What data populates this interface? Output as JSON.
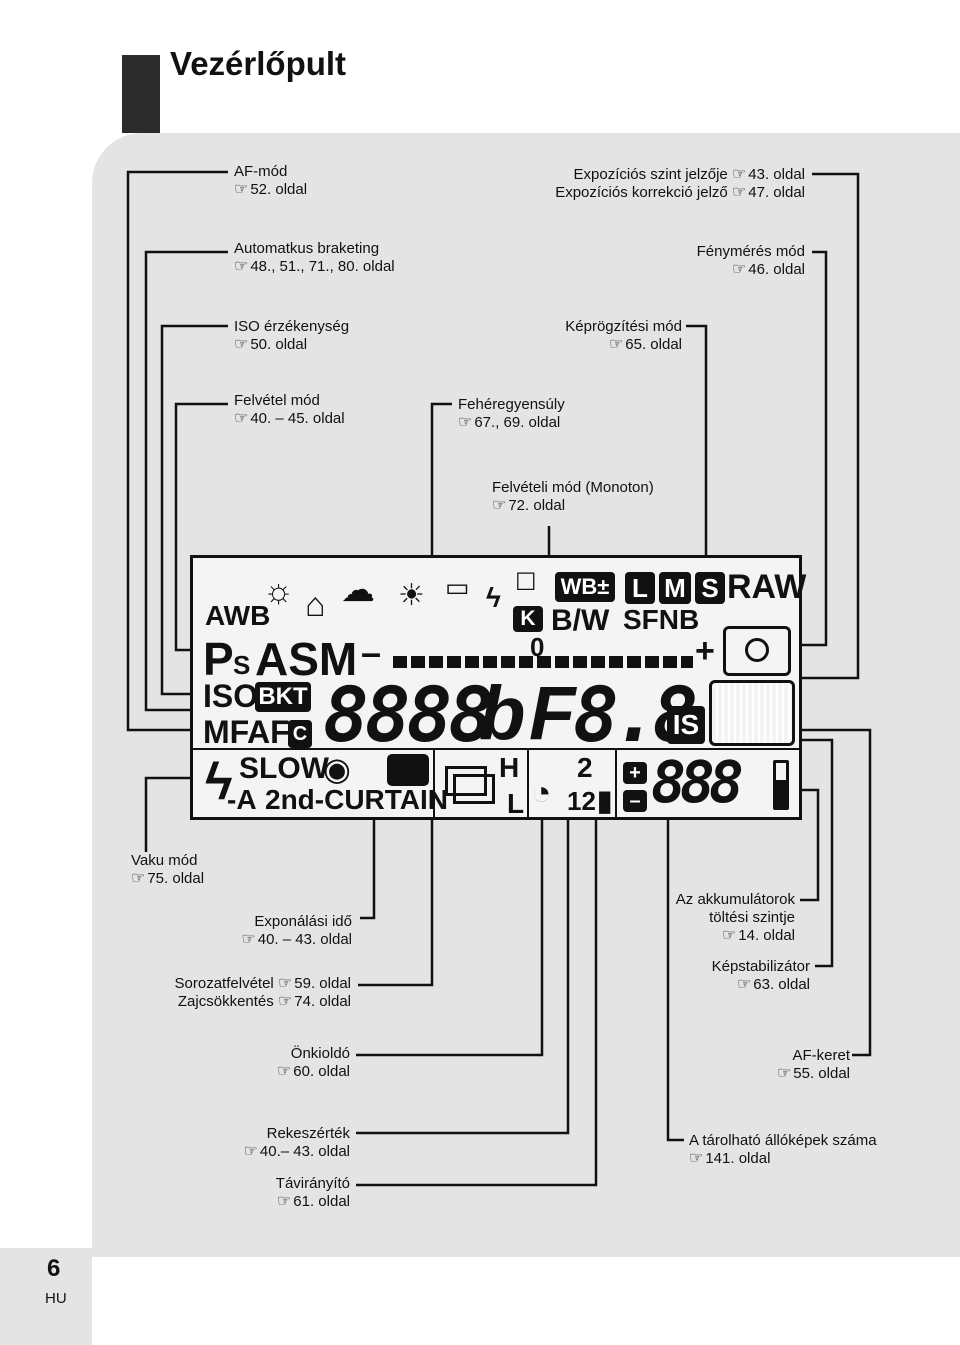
{
  "header": {
    "title": "Vezérlőpult"
  },
  "labels": {
    "af_mode": {
      "name": "AF-mód",
      "ref": "52. oldal"
    },
    "exposure_level": {
      "name": "Expozíciós szint jelzője",
      "ref": "43. oldal"
    },
    "exposure_comp": {
      "name": "Expozíciós korrekció jelző",
      "ref": "47. oldal"
    },
    "auto_bracket": {
      "name": "Automatkus braketing",
      "ref": "48., 51., 71., 80. oldal"
    },
    "metering": {
      "name": "Fénymérés mód",
      "ref": "46. oldal"
    },
    "iso": {
      "name": "ISO érzékenység",
      "ref": "50. oldal"
    },
    "record_mode": {
      "name": "Képrögzítési mód",
      "ref": "65. oldal"
    },
    "shoot_mode": {
      "name": "Felvétel mód",
      "ref": "40. – 45. oldal"
    },
    "white_balance": {
      "name": "Fehéregyensúly",
      "ref": "67., 69. oldal"
    },
    "picture_mode": {
      "name": "Felvételi mód (Monoton)",
      "ref": "72. oldal"
    },
    "flash_mode": {
      "name": "Vaku mód",
      "ref": "75. oldal"
    },
    "shutter_speed": {
      "name": "Exponálási idő",
      "ref": "40. – 43. oldal"
    },
    "sequential": {
      "name": "Sorozatfelvétel",
      "ref": "59. oldal"
    },
    "noise_reduction": {
      "name": "Zajcsökkentés",
      "ref": "74. oldal"
    },
    "self_timer": {
      "name": "Önkioldó",
      "ref": "60. oldal"
    },
    "aperture": {
      "name": "Rekeszérték",
      "ref": "40.– 43. oldal"
    },
    "remote": {
      "name": "Távirányító",
      "ref": "61. oldal"
    },
    "battery": {
      "name1": "Az akkumulátorok",
      "name2": "töltési szintje",
      "ref": "14. oldal"
    },
    "stabilizer": {
      "name": "Képstabilizátor",
      "ref": "63. oldal"
    },
    "af_frame": {
      "name": "AF-keret",
      "ref": "55. oldal"
    },
    "storable": {
      "name": "A tárolható állóképek száma",
      "ref": "141. oldal"
    }
  },
  "lcd": {
    "awb": "AWB",
    "wb_comp": "WB±",
    "quality": [
      "L",
      "M",
      "S"
    ],
    "raw": "RAW",
    "k_badge": "K",
    "bw": "B/W",
    "sfnb": "SFNB",
    "mode_p": "P",
    "mode_s": "S",
    "mode_asm": "ASM",
    "scale_minus": "–",
    "scale_zero": "0",
    "scale_plus": "+",
    "iso": "ISO",
    "bkt": "BKT",
    "shutter_digits": "8888",
    "shutter_suffix": "b",
    "f_letter": "F",
    "aperture_digits": "8.8",
    "is_badge": "IS",
    "mf": "MF",
    "af": "AF",
    "c_badge": "C",
    "slow": "SLOW",
    "a_label": "-A",
    "curtain": "2nd-CURTAIN",
    "h_label": "H",
    "l_label": "L",
    "two": "2",
    "twelve": "12",
    "frames": "888"
  },
  "footer": {
    "page": "6",
    "lang": "HU"
  }
}
